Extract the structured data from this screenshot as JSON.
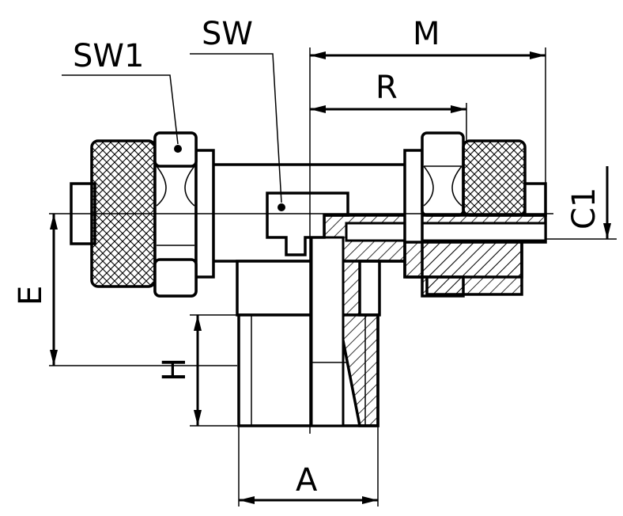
{
  "labels": {
    "sw1": "SW1",
    "sw": "SW",
    "m": "M",
    "r": "R",
    "c1": "C1",
    "e": "E",
    "h": "H",
    "a": "A"
  },
  "colors": {
    "ink": "#000000",
    "paper": "#ffffff"
  }
}
